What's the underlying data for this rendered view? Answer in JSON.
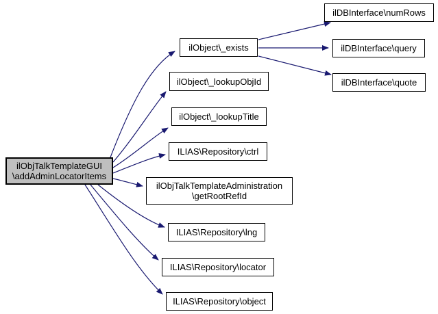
{
  "colors": {
    "bg-color": "#ffffff",
    "edge-color": "#191970",
    "node-fill": "#ffffff",
    "node-border": "#000000",
    "root-fill": "#bfbfbf",
    "text-color": "#000000"
  },
  "nodes": {
    "root": {
      "line1": "ilObjTalkTemplateGUI",
      "line2": "\\addAdminLocatorItems"
    },
    "exists": {
      "label": "ilObject\\_exists"
    },
    "lookupObjId": {
      "label": "ilObject\\_lookupObjId"
    },
    "lookupTitle": {
      "label": "ilObject\\_lookupTitle"
    },
    "ctrl": {
      "label": "ILIAS\\Repository\\ctrl"
    },
    "admin": {
      "line1": "ilObjTalkTemplateAdministration",
      "line2": "\\getRootRefId"
    },
    "lng": {
      "label": "ILIAS\\Repository\\lng"
    },
    "locator": {
      "label": "ILIAS\\Repository\\locator"
    },
    "object": {
      "label": "ILIAS\\Repository\\object"
    },
    "numRows": {
      "label": "ilDBInterface\\numRows"
    },
    "query": {
      "label": "ilDBInterface\\query"
    },
    "quote": {
      "label": "ilDBInterface\\quote"
    }
  },
  "edges": [
    {
      "from": "ilObjTalkTemplateGUI\\addAdminLocatorItems",
      "to": "ilObject\\_exists"
    },
    {
      "from": "ilObjTalkTemplateGUI\\addAdminLocatorItems",
      "to": "ilObject\\_lookupObjId"
    },
    {
      "from": "ilObjTalkTemplateGUI\\addAdminLocatorItems",
      "to": "ilObject\\_lookupTitle"
    },
    {
      "from": "ilObjTalkTemplateGUI\\addAdminLocatorItems",
      "to": "ILIAS\\Repository\\ctrl"
    },
    {
      "from": "ilObjTalkTemplateGUI\\addAdminLocatorItems",
      "to": "ilObjTalkTemplateAdministration\\getRootRefId"
    },
    {
      "from": "ilObjTalkTemplateGUI\\addAdminLocatorItems",
      "to": "ILIAS\\Repository\\lng"
    },
    {
      "from": "ilObjTalkTemplateGUI\\addAdminLocatorItems",
      "to": "ILIAS\\Repository\\locator"
    },
    {
      "from": "ilObjTalkTemplateGUI\\addAdminLocatorItems",
      "to": "ILIAS\\Repository\\object"
    },
    {
      "from": "ilObject\\_exists",
      "to": "ilDBInterface\\numRows"
    },
    {
      "from": "ilObject\\_exists",
      "to": "ilDBInterface\\query"
    },
    {
      "from": "ilObject\\_exists",
      "to": "ilDBInterface\\quote"
    }
  ]
}
